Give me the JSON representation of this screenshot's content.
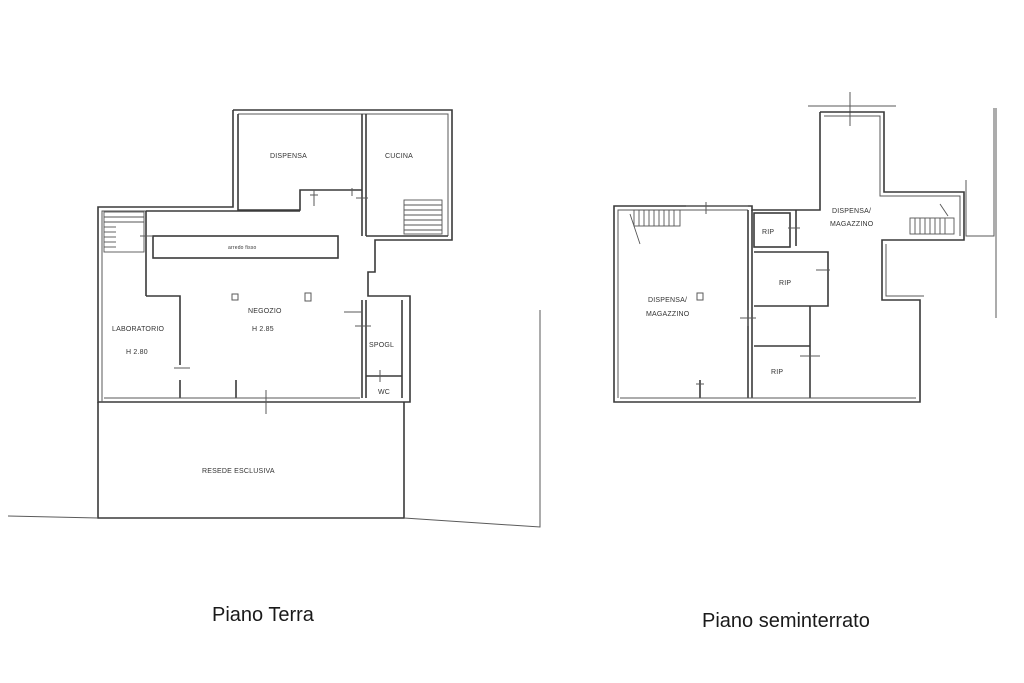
{
  "piano_terra": {
    "caption": "Piano Terra",
    "rooms": {
      "dispensa": "DISPENSA",
      "cucina": "CUCINA",
      "arredo": "arredo fisso",
      "negozio": "NEGOZIO",
      "negozio_h": "H 2.85",
      "laboratorio": "LABORATORIO",
      "laboratorio_h": "H 2.80",
      "spogl": "SPOGL",
      "wc": "WC",
      "resede": "RESEDE ESCLUSIVA"
    }
  },
  "piano_seminterrato": {
    "caption": "Piano seminterrato",
    "rooms": {
      "dispensa_left_1": "DISPENSA/",
      "dispensa_left_2": "MAGAZZINO",
      "dispensa_right_1": "DISPENSA/",
      "dispensa_right_2": "MAGAZZINO",
      "rip1": "RIP",
      "rip2": "RIP",
      "rip3": "RIP"
    }
  }
}
